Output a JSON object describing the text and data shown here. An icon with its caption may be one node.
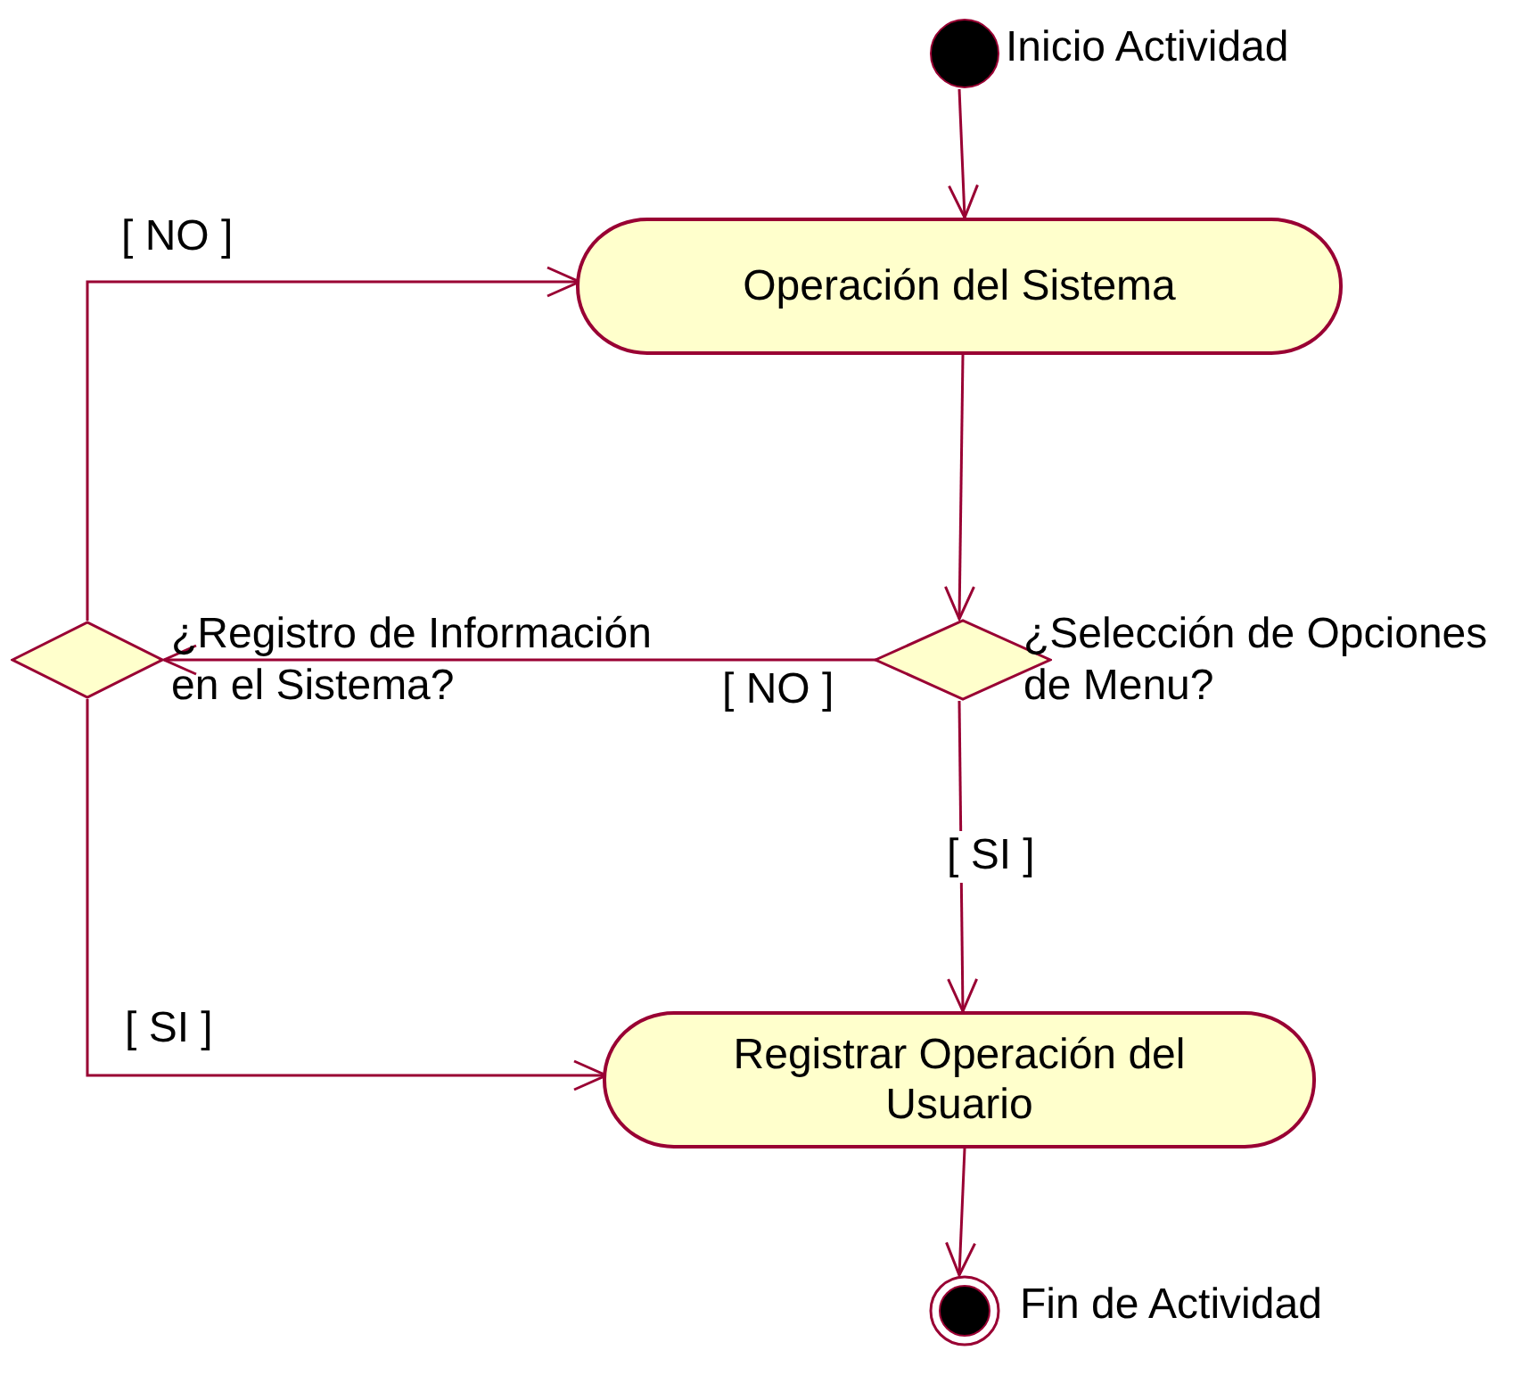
{
  "diagram": {
    "nodes": [
      {
        "text": [],
        "shape": "circle",
        "beside": [
          "Inicio Actividad"
        ]
      },
      {
        "text": [
          "Operación del Sistema"
        ]
      },
      {
        "text": [],
        "shape": "diamond",
        "beside": [
          "¿Registro de Información en el Sistema?"
        ]
      },
      {
        "text": [],
        "shape": "diamond",
        "beside": [
          "¿Selección de Opciones de Menu?"
        ]
      },
      {
        "text": [
          "Registrar Operación del Usuario"
        ]
      },
      {
        "text": [],
        "shape": "circle",
        "beside": [
          "Fin de Actividad"
        ]
      }
    ],
    "edges": [
      {
        "from": 0,
        "to": 1,
        "arrow": "to"
      },
      {
        "from": 1,
        "to": 3,
        "arrow": "to"
      },
      {
        "from": 3,
        "to": 2,
        "arrow": "to",
        "label": "[ NO ]"
      },
      {
        "from": 2,
        "to": 1,
        "arrow": "to",
        "label": "[ NO ]"
      },
      {
        "from": 3,
        "to": 4,
        "arrow": "to",
        "label": "[ SI ]"
      },
      {
        "from": 2,
        "to": 4,
        "arrow": "to",
        "label": "[ SI ]"
      },
      {
        "from": 4,
        "to": 5,
        "arrow": "to"
      }
    ]
  }
}
